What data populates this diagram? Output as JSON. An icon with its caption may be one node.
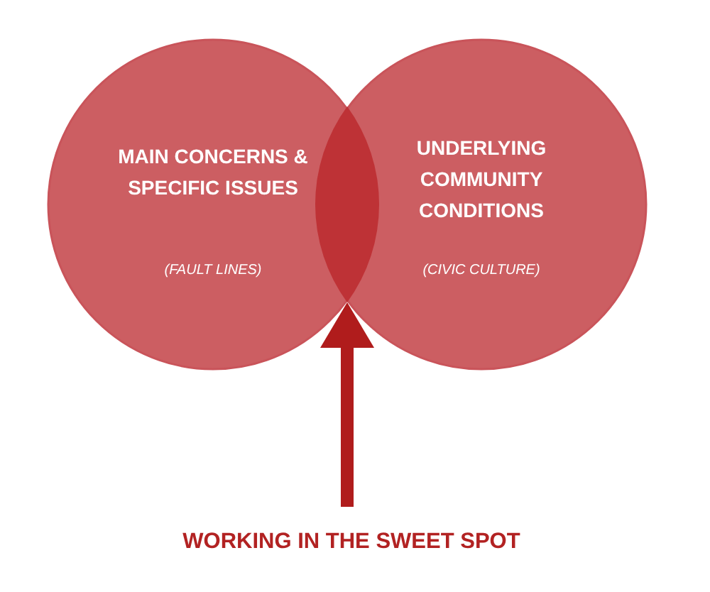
{
  "diagram": {
    "nodes": [
      {
        "text": [
          "MAIN CONCERNS & SPECIFIC ISSUES",
          "(FAULT LINES)"
        ]
      },
      {
        "text": [
          "UNDERLYING COMMUNITY CONDITIONS",
          "(CIVIC CULTURE)"
        ]
      },
      {
        "text": [
          "WORKING IN THE SWEET SPOT"
        ]
      },
      {
        "text": [],
        "shape": "lens"
      }
    ],
    "edges": [
      {
        "from": 2,
        "to": 3,
        "arrow": "to"
      }
    ]
  }
}
